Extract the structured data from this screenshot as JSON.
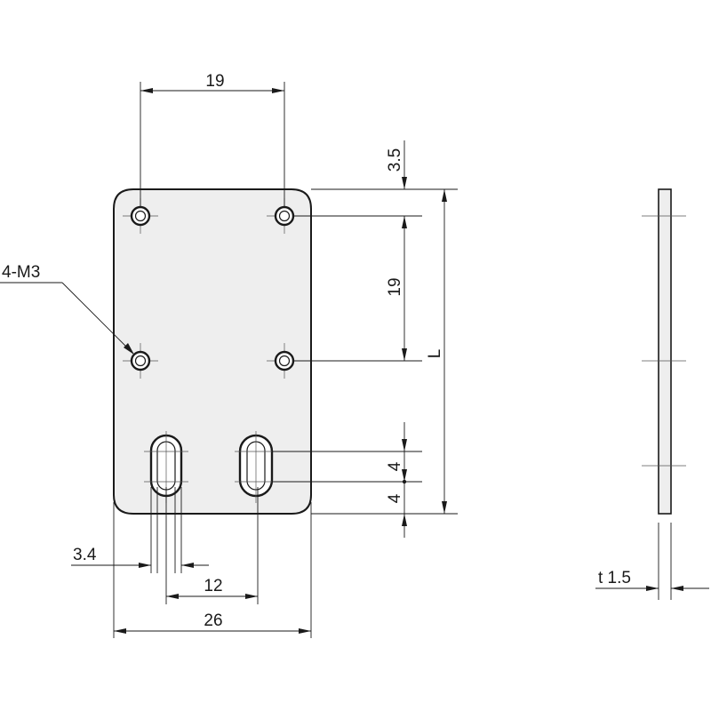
{
  "dimensions": {
    "hole_spacing_horizontal": "19",
    "top_margin": "3.5",
    "hole_spacing_vertical": "19",
    "length": "L",
    "slot_length": "4",
    "slot_bottom_margin": "4",
    "slot_width": "3.4",
    "slot_spacing": "12",
    "plate_width": "26",
    "thickness": "t 1.5",
    "hole_callout": "4-M3"
  },
  "colors": {
    "plate_fill": "#eeeeee",
    "line": "#1a1a1a"
  }
}
